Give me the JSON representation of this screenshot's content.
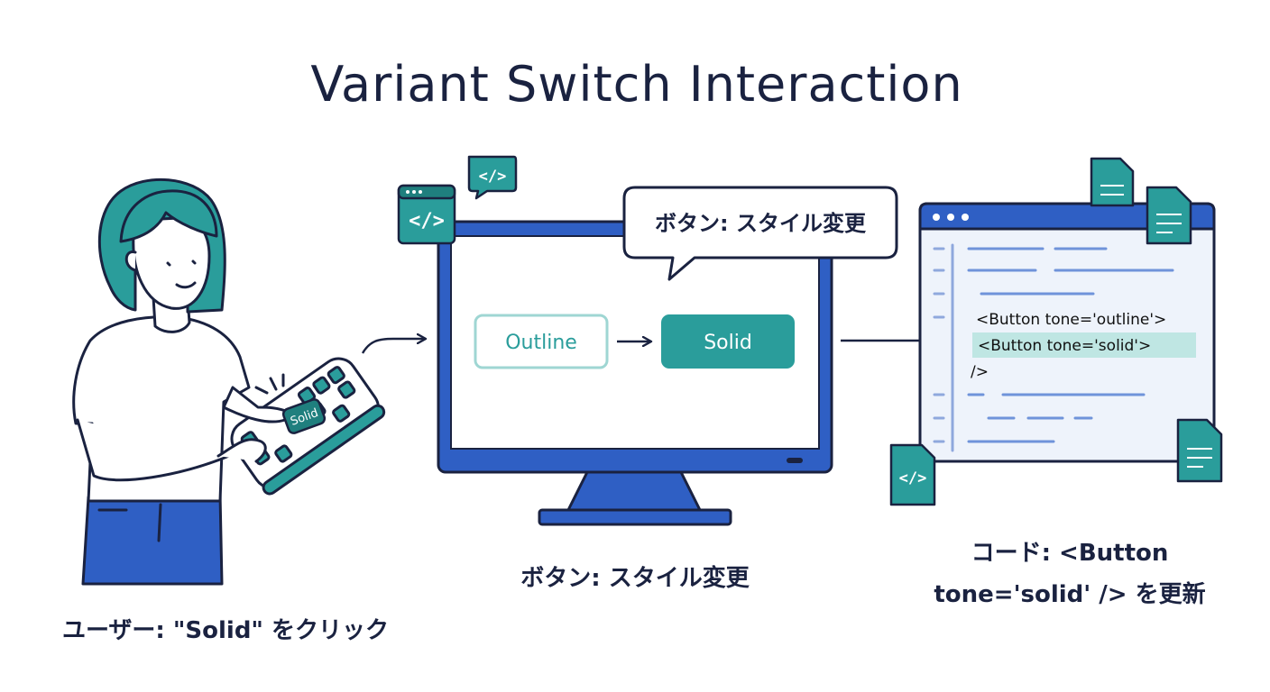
{
  "title": "Variant Switch Interaction",
  "user": {
    "caption": "ユーザー: \"Solid\" をクリック",
    "remote_button_label": "Solid"
  },
  "screen": {
    "bubble": "ボタン: スタイル変更",
    "outline_button": "Outline",
    "solid_button": "Solid",
    "caption": "ボタン: スタイル変更"
  },
  "code": {
    "lines": [
      "<Button tone='outline'>",
      "<Button tone='solid'>",
      "/>"
    ],
    "highlighted_line": 1,
    "caption_line1": "コード: <Button",
    "caption_line2": "tone='solid' /> を更新"
  },
  "icons": {
    "code_icon_glyph": "</>"
  },
  "colors": {
    "navy": "#1a2240",
    "blue": "#2f5fc4",
    "teal": "#2a9d9b",
    "teal_dark": "#1f7f7e",
    "highlight": "#bfe6e3",
    "skin": "#ffffff"
  }
}
